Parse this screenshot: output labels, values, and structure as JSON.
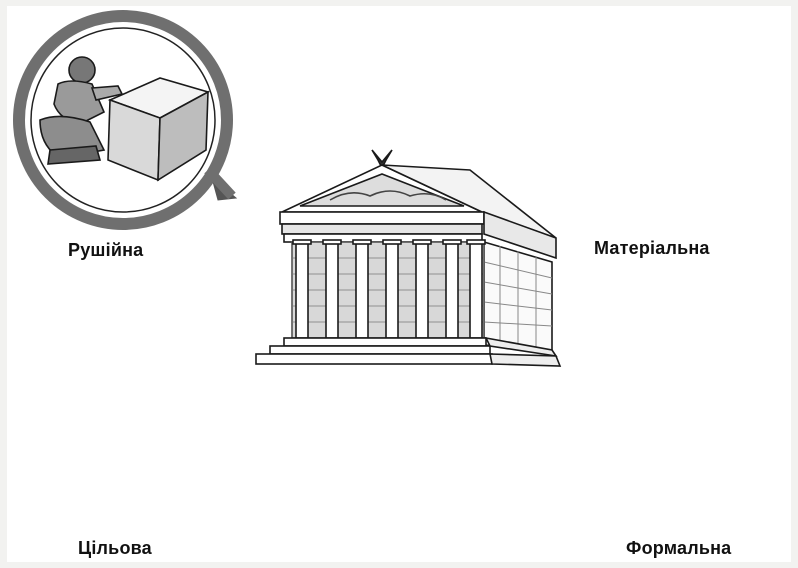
{
  "labels": {
    "top_left": "Рушійна",
    "top_right": "Матеріальна",
    "bottom_left": "Цільова",
    "bottom_right": "Формальна"
  },
  "icons": {
    "center": "greek-temple-icon",
    "top_left": "sculptor-carving-stone-icon",
    "top_right": "stone-block-and-chisel-icon",
    "bottom_left": "temple-interior-worshipper-icon",
    "bottom_right": "architectural-plan-scroll-icon"
  },
  "colors": {
    "ring": "#6f6f6f",
    "ink": "#1a1a1a",
    "background": "#ffffff"
  }
}
